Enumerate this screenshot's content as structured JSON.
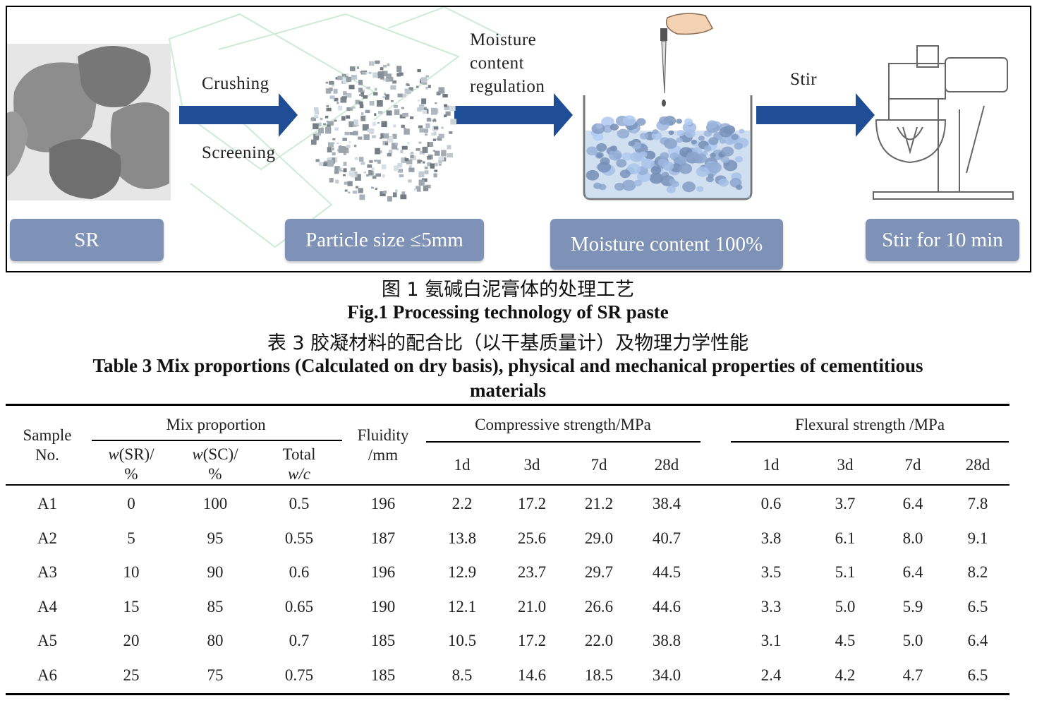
{
  "figure": {
    "arrow_labels": {
      "crushing": "Crushing",
      "screening": "Screening",
      "moisture_1": "Moisture",
      "moisture_2": "content",
      "moisture_3": "regulation",
      "stir": "Stir"
    },
    "stage_boxes": [
      "SR",
      "Particle size ≤5mm",
      "Moisture content 100%",
      "Stir for 10 min"
    ],
    "colors": {
      "box": "#7d92b6",
      "arrow": "#1f4e97",
      "water": "#a9c7e6"
    },
    "caption_cn": "图 1  氨碱白泥膏体的处理工艺",
    "caption_en": "Fig.1 Processing technology of SR paste"
  },
  "table": {
    "caption_cn": "表 3  胶凝材料的配合比（以干基质量计）及物理力学性能",
    "caption_en_1": "Table 3 Mix proportions (Calculated on dry basis), physical and mechanical properties of cementitious",
    "caption_en_2": "materials",
    "headers": {
      "sample_1": "Sample",
      "sample_2": "No.",
      "mix": "Mix proportion",
      "w_sr_1": "(SR)/",
      "w_sr_2": "%",
      "w_sc_1": "(SC)/",
      "w_sc_2": "%",
      "w_symbol": "w",
      "total_1": "Total",
      "total_2": "w/c",
      "fluidity_1": "Fluidity",
      "fluidity_2": "/mm",
      "compressive": "Compressive strength/MPa",
      "flexural": "Flexural strength /MPa",
      "ages": [
        "1d",
        "3d",
        "7d",
        "28d"
      ]
    },
    "rows": [
      [
        "A1",
        "0",
        "100",
        "0.5",
        "196",
        "2.2",
        "17.2",
        "21.2",
        "38.4",
        "0.6",
        "3.7",
        "6.4",
        "7.8"
      ],
      [
        "A2",
        "5",
        "95",
        "0.55",
        "187",
        "13.8",
        "25.6",
        "29.0",
        "40.7",
        "3.8",
        "6.1",
        "8.0",
        "9.1"
      ],
      [
        "A3",
        "10",
        "90",
        "0.6",
        "196",
        "12.9",
        "23.7",
        "29.7",
        "44.5",
        "3.5",
        "5.1",
        "6.4",
        "8.2"
      ],
      [
        "A4",
        "15",
        "85",
        "0.65",
        "190",
        "12.1",
        "21.0",
        "26.6",
        "44.6",
        "3.3",
        "5.0",
        "5.9",
        "6.5"
      ],
      [
        "A5",
        "20",
        "80",
        "0.7",
        "185",
        "10.5",
        "17.2",
        "22.0",
        "38.8",
        "3.1",
        "4.5",
        "5.0",
        "6.4"
      ],
      [
        "A6",
        "25",
        "75",
        "0.75",
        "185",
        "8.5",
        "14.6",
        "18.5",
        "34.0",
        "2.4",
        "4.2",
        "4.7",
        "6.5"
      ]
    ]
  }
}
